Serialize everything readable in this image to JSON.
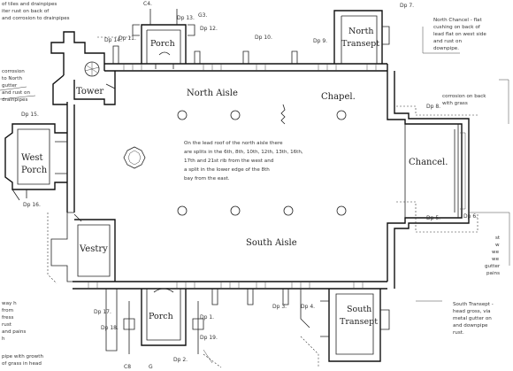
{
  "rooms": {
    "north_aisle": "North Aisle",
    "chapel": "Chapel.",
    "chancel": "Chancel.",
    "south_aisle": "South Aisle",
    "vestry": "Vestry",
    "tower": "Tower",
    "west_porch_l1": "West",
    "west_porch_l2": "Porch",
    "north_porch": "Porch",
    "south_porch": "Porch",
    "north_transept_l1": "North",
    "north_transept_l2": "Transept",
    "south_transept_l1": "South",
    "south_transept_l2": "Transept"
  },
  "central_note": [
    "On the lead roof of the north aisle there",
    "are splits in the 6th, 8th, 10th, 12th, 13th, 16th,",
    "17th and 21st rib from the west and",
    "a split in the lower edge of the 8th",
    "bay from the east."
  ],
  "downpipes": {
    "dp2": "Dp 2.",
    "dp5": "Dp 5.",
    "dp6": "Dp 6.",
    "dp7": "Dp 7.",
    "dp8": "Dp 8.",
    "dp9": "Dp 9.",
    "dp10": "Dp 10.",
    "dp11": "Dp 11.",
    "dp12": "Dp 12.",
    "dp13": "Dp 13.",
    "dp14": "Dp 14.",
    "dp15": "Dp 15.",
    "dp16": "Dp 16.",
    "dp17": "Dp 17.",
    "dp18": "Dp 18.",
    "dp19": "Dp 19.",
    "dp1": "Dp 1.",
    "dp3": "Dp 3.",
    "dp4": "Dp 4.",
    "c4": "C4.",
    "g3": "G3.",
    "c8": "C8",
    "g": "G"
  },
  "margin_notes": {
    "top_left": [
      "of tiles and drainpipes",
      "iter rust on back of",
      "and corrosion to drainpipes"
    ],
    "left_mid": [
      "corrosion",
      "to North",
      "gutter",
      "and rust on",
      "drainpipes"
    ],
    "left_lower": [
      "way h",
      "from",
      "fress",
      "rust",
      "and pains",
      "h"
    ],
    "left_bottom": [
      "pipe with growth",
      "of grass in head"
    ],
    "top_right": [
      "North Chancel - flat",
      "cushing on back of",
      "lead flat on west side",
      "and rust on",
      "downpipe."
    ],
    "right_mid": [
      "st",
      "w",
      "we",
      "we",
      "gutter",
      "pains"
    ],
    "bottom_right": [
      "South Transept -",
      "head gross, via",
      "metal gutter on",
      "and downpipe",
      "rust."
    ],
    "mid_right_top": [
      "corrosion on back",
      "with grass"
    ]
  }
}
